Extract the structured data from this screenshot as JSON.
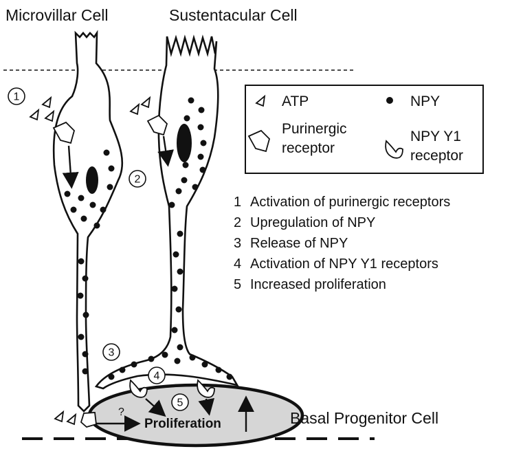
{
  "cells": {
    "microvillar": "Microvillar Cell",
    "sustentacular": "Sustentacular Cell",
    "basal": "Basal Progenitor Cell"
  },
  "legend": {
    "atp": "ATP",
    "npy": "NPY",
    "purinergic_line1": "Purinergic",
    "purinergic_line2": "receptor",
    "y1_line1": "NPY Y1",
    "y1_line2": "receptor"
  },
  "steps": [
    {
      "num": "1",
      "text": "Activation of purinergic receptors"
    },
    {
      "num": "2",
      "text": "Upregulation of NPY"
    },
    {
      "num": "3",
      "text": "Release of NPY"
    },
    {
      "num": "4",
      "text": "Activation of NPY Y1 receptors"
    },
    {
      "num": "5",
      "text": "Increased proliferation"
    }
  ],
  "markers": {
    "m1": "1",
    "m2": "2",
    "m3": "3",
    "m4": "4",
    "m5": "5"
  },
  "proliferation_label": "Proliferation",
  "question_mark": "?",
  "colors": {
    "ink": "#111111",
    "basal_fill": "#d6d6d6",
    "background": "#ffffff"
  }
}
